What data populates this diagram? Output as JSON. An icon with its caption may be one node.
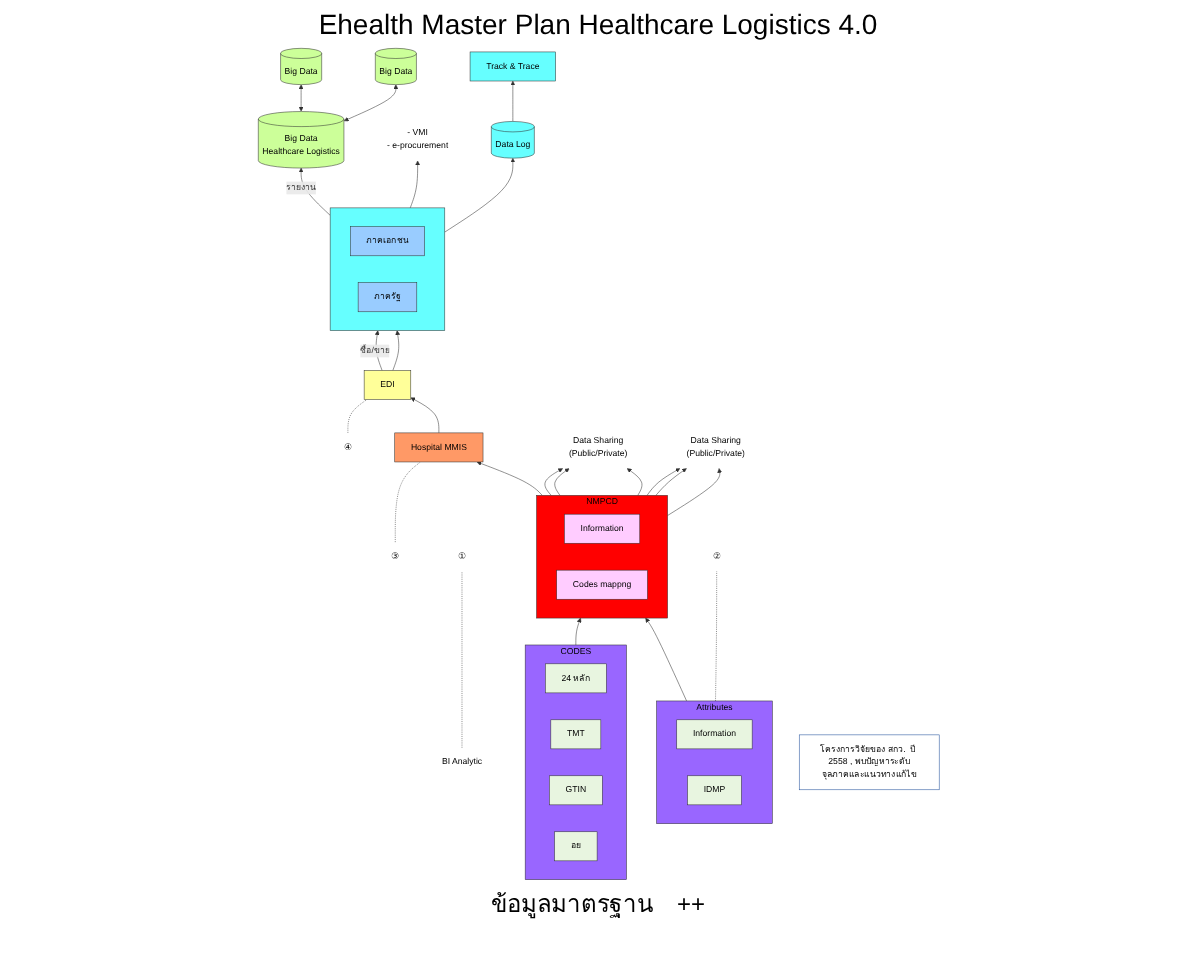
{
  "diagram": {
    "title": "Ehealth Master Plan Healthcare Logistics 4.0",
    "nodes": [
      {
        "text": [
          "Big Data"
        ]
      },
      {
        "text": [
          "Big Data",
          "Healthcare Logistics"
        ]
      },
      {
        "text": [
          "Big Data"
        ]
      },
      {
        "text": [
          "BI Analytic"
        ]
      },
      {
        "text": [
          "①"
        ]
      },
      {
        "text": [
          "- VMI",
          "- e-procurement"
        ]
      },
      {
        "text": [],
        "shape": "box"
      },
      {
        "text": [
          "ภาคเอกชน"
        ],
        "in": 6
      },
      {
        "text": [
          "ภาครัฐ"
        ],
        "in": 6
      },
      {
        "text": [
          "Data Log"
        ]
      },
      {
        "text": [
          "Track & Trace"
        ]
      },
      {
        "text": [
          "④"
        ]
      },
      {
        "text": [
          "EDI"
        ]
      },
      {
        "text": [
          "③"
        ]
      },
      {
        "text": [
          "Hospital MMIS"
        ]
      },
      {
        "text": [
          "NMPCD"
        ]
      },
      {
        "text": [
          "Information"
        ],
        "in": 15
      },
      {
        "text": [
          "Codes mappng"
        ],
        "in": 15
      },
      {
        "text": [
          "Data Sharing",
          "(Public/Private)"
        ]
      },
      {
        "text": [
          "Data Sharing",
          "(Public/Private)"
        ]
      },
      {
        "text": [
          "CODES"
        ]
      },
      {
        "text": [
          "24 หลัก"
        ],
        "in": 20
      },
      {
        "text": [
          "TMT"
        ],
        "in": 20
      },
      {
        "text": [
          "GTIN"
        ],
        "in": 20
      },
      {
        "text": [
          "อย"
        ],
        "in": 20
      },
      {
        "text": [
          "Attributes"
        ]
      },
      {
        "text": [
          "Information"
        ],
        "in": 25
      },
      {
        "text": [
          "IDMP"
        ],
        "in": 25
      },
      {
        "text": [
          "②"
        ]
      },
      {
        "text": [
          "โครงการวิจัยของ สกว.  ปี 2558 , พบปัญหาระดับจุลภาคและแนวทางแก้ไข"
        ]
      }
    ],
    "edges": [
      {
        "from": 1,
        "to": 0,
        "arrow": "both"
      },
      {
        "from": 1,
        "to": 2,
        "arrow": "both"
      },
      {
        "from": 3,
        "to": 4,
        "arrow": "none",
        "style": "dashed"
      },
      {
        "from": 6,
        "to": 1,
        "arrow": "to",
        "label": "รายงาน"
      },
      {
        "from": 6,
        "to": 5,
        "arrow": "to"
      },
      {
        "from": 6,
        "to": 9,
        "arrow": "to"
      },
      {
        "from": 9,
        "to": 10,
        "arrow": "to"
      },
      {
        "from": 12,
        "to": 6,
        "arrow": "to",
        "label": "ซื้อ/ขาย"
      },
      {
        "from": 12,
        "to": 6,
        "arrow": "to"
      },
      {
        "from": 11,
        "to": 12,
        "arrow": "none",
        "style": "dashed"
      },
      {
        "from": 14,
        "to": 12,
        "arrow": "to"
      },
      {
        "from": 13,
        "to": 14,
        "arrow": "none",
        "style": "dashed"
      },
      {
        "from": 15,
        "to": 14,
        "arrow": "to"
      },
      {
        "from": 15,
        "to": 18,
        "arrow": "to"
      },
      {
        "from": 15,
        "to": 18,
        "arrow": "to"
      },
      {
        "from": 15,
        "to": 18,
        "arrow": "to"
      },
      {
        "from": 15,
        "to": 19,
        "arrow": "to"
      },
      {
        "from": 15,
        "to": 19,
        "arrow": "to"
      },
      {
        "from": 15,
        "to": 19,
        "arrow": "to"
      },
      {
        "from": 20,
        "to": 15,
        "arrow": "to"
      },
      {
        "from": 25,
        "to": 15,
        "arrow": "to"
      },
      {
        "from": 25,
        "to": 28,
        "arrow": "none",
        "style": "dashed"
      }
    ],
    "labels": [
      "ข้อมูลมาตรฐาน",
      "++"
    ]
  }
}
